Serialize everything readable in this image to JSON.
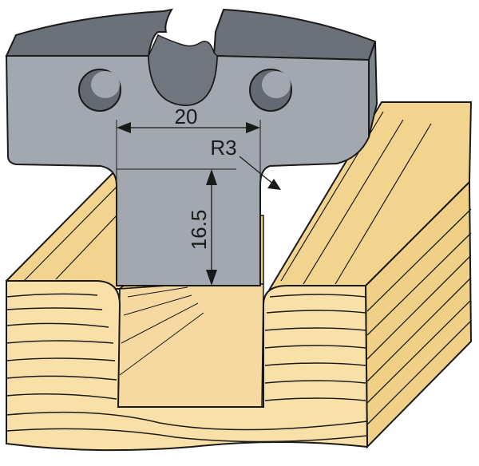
{
  "diagram": {
    "labels": {
      "width": "20",
      "radius": "R3",
      "depth": "16.5"
    },
    "colors": {
      "wood_front": "#f9e0a8",
      "wood_top": "#f3d48e",
      "wood_side": "#f0cf86",
      "wood_line": "#2a2a2a",
      "blade_front": "#a2a7b0",
      "blade_top": "#6c7079",
      "blade_side": "#7d828b",
      "blade_hole": "#656972",
      "outline": "#1a1a1a"
    }
  }
}
